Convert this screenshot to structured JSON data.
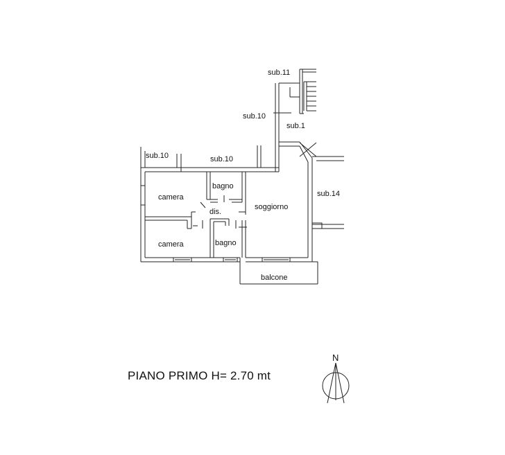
{
  "plan": {
    "rooms": {
      "camera_top": "camera",
      "camera_bottom": "camera",
      "bagno_top": "bagno",
      "bagno_bottom": "bagno",
      "dis": "dis.",
      "soggiorno": "soggiorno",
      "balcone": "balcone"
    },
    "neighbors": {
      "sub11": "sub.11",
      "sub10_stair": "sub.10",
      "sub1": "sub.1",
      "sub10_left": "sub.10",
      "sub10_mid": "sub.10",
      "sub14": "sub.14"
    }
  },
  "title": "PIANO PRIMO H= 2.70 mt",
  "compass": {
    "label": "N",
    "icon": "north-arrow-icon"
  }
}
